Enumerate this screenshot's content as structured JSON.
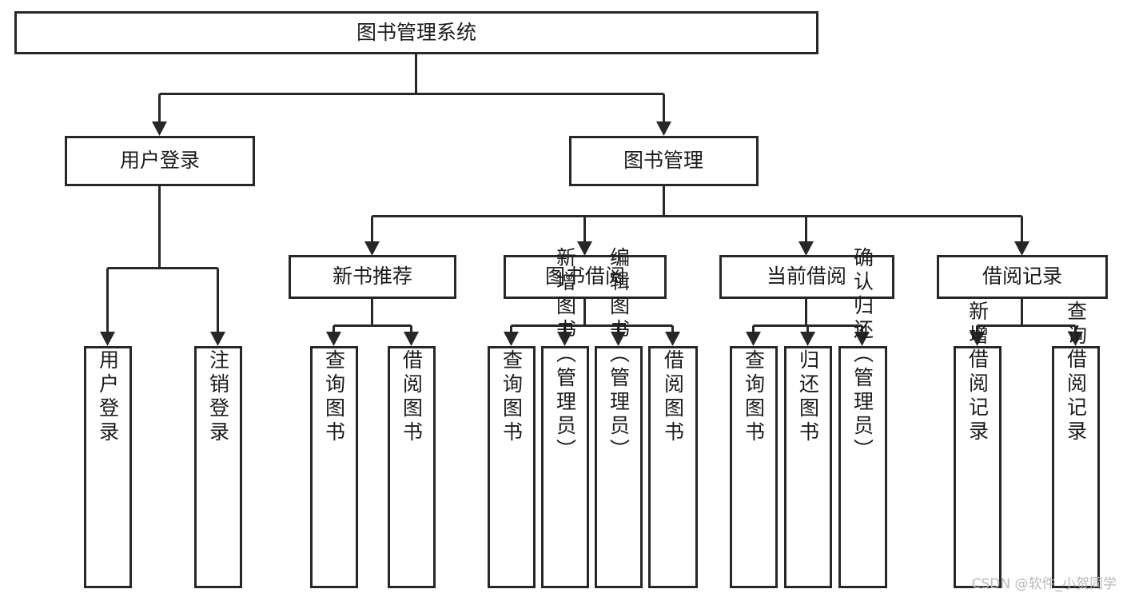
{
  "diagram": {
    "title": "图书管理系统",
    "type": "hierarchy-tree",
    "watermark": "CSDN @软件_小贺同学",
    "colors": {
      "stroke": "#272727",
      "fill": "#ffffff",
      "text": "#1b1b1b",
      "watermark": "#b9b9b9"
    },
    "root": {
      "label": "图书管理系统"
    },
    "level2": [
      {
        "label": "用户登录"
      },
      {
        "label": "图书管理"
      }
    ],
    "level3": [
      {
        "label": "新书推荐"
      },
      {
        "label": "图书借阅"
      },
      {
        "label": "当前借阅"
      },
      {
        "label": "借阅记录"
      }
    ],
    "leaves_user_login": [
      {
        "label": "用户登录"
      },
      {
        "label": "注销登录"
      }
    ],
    "leaves_new_book": [
      {
        "label": "查询图书"
      },
      {
        "label": "借阅图书"
      }
    ],
    "leaves_borrow": [
      {
        "label": "查询图书"
      },
      {
        "label": "新增图书（管理员）"
      },
      {
        "label": "编辑图书（管理员）"
      },
      {
        "label": "借阅图书"
      }
    ],
    "leaves_current": [
      {
        "label": "查询图书"
      },
      {
        "label": "归还图书"
      },
      {
        "label": "确认归还（管理员）"
      }
    ],
    "leaves_record": [
      {
        "label": "新增借阅记录"
      },
      {
        "label": "查询借阅记录"
      }
    ]
  }
}
